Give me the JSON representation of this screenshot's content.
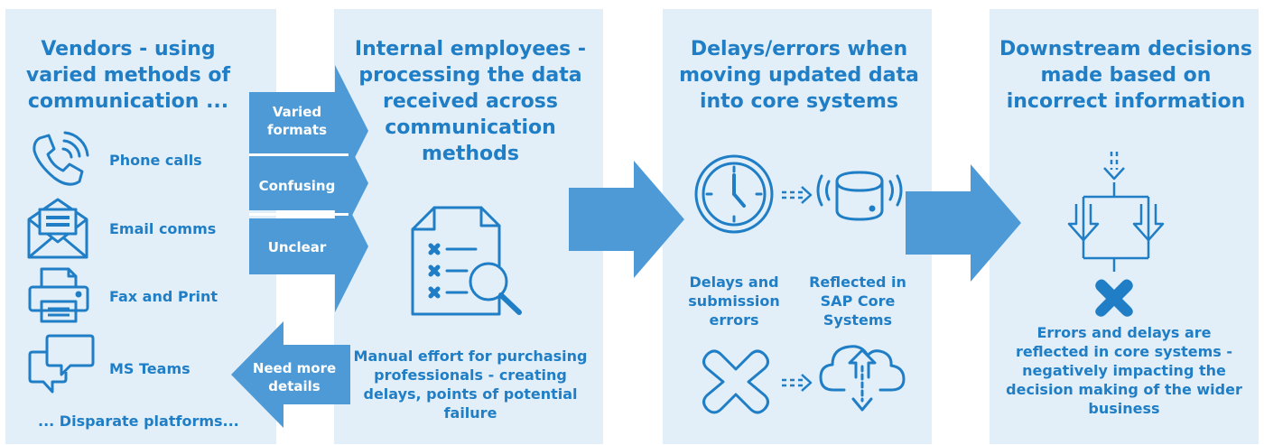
{
  "colors": {
    "panel": "#e3eff8",
    "accent": "#1f7ec5",
    "arrow": "#4d9ad6"
  },
  "col1": {
    "title": "Vendors - using varied methods of communication ...",
    "items": [
      {
        "icon": "phone-icon",
        "label": "Phone calls"
      },
      {
        "icon": "envelope-icon",
        "label": "Email comms"
      },
      {
        "icon": "printer-icon",
        "label": "Fax and Print"
      },
      {
        "icon": "chat-bubbles-icon",
        "label": "MS Teams"
      }
    ],
    "footer": "... Disparate platforms..."
  },
  "arrows": {
    "right": [
      "Varied formats",
      "Confusing",
      "Unclear"
    ],
    "left": "Need more details"
  },
  "col2": {
    "title": "Internal employees - processing the data received across communication methods",
    "caption": "Manual effort for purchasing professionals - creating delays, points of potential failure"
  },
  "col3": {
    "title": "Delays/errors when moving updated data into core systems",
    "label_left": "Delays and submission errors",
    "label_right": "Reflected in SAP Core Systems"
  },
  "col4": {
    "title": "Downstream decisions made based on incorrect information",
    "caption": "Errors and delays are reflected in core systems - negatively impacting the decision making of the wider business"
  }
}
